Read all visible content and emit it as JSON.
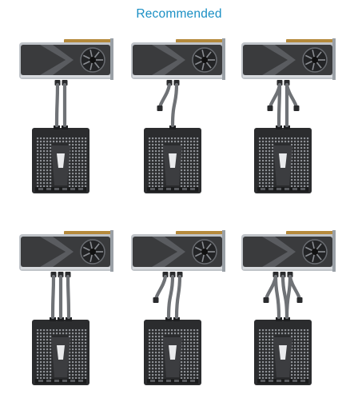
{
  "heading": "Recommended",
  "colors": {
    "accent": "#1a8fc4",
    "gpu_shroud": "#3a3b3d",
    "gpu_frame": "#bfc3c8",
    "gold_pcb_edge": "#b58a3c",
    "cable": "#6f7276",
    "psu_body": "#2b2c2e",
    "psu_mesh": "#8d9095"
  },
  "panels": [
    {
      "row": 1,
      "column": 1,
      "psu_outputs": 2,
      "cables": 2,
      "gpu_inputs": 2
    },
    {
      "row": 1,
      "column": 2,
      "psu_outputs": 1,
      "cables": 2,
      "gpu_inputs": 2
    },
    {
      "row": 1,
      "column": 3,
      "psu_outputs": 2,
      "cables": 4,
      "gpu_inputs": 2
    },
    {
      "row": 2,
      "column": 1,
      "psu_outputs": 3,
      "cables": 3,
      "gpu_inputs": 3
    },
    {
      "row": 2,
      "column": 2,
      "psu_outputs": 2,
      "cables": 3,
      "gpu_inputs": 3
    },
    {
      "row": 2,
      "column": 3,
      "psu_outputs": 2,
      "cables": 4,
      "gpu_inputs": 3
    }
  ]
}
